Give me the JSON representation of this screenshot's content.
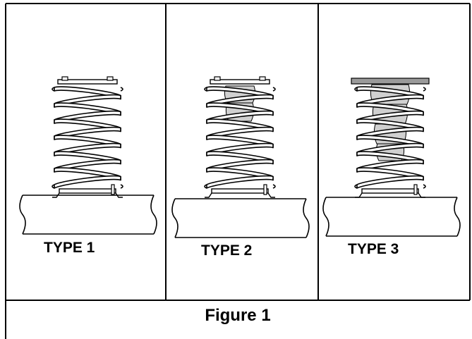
{
  "panels": [
    {
      "label": "TYPE 1",
      "bumper": "none",
      "top_plate": "outline"
    },
    {
      "label": "TYPE 2",
      "bumper": "partial",
      "top_plate": "outline"
    },
    {
      "label": "TYPE 3",
      "bumper": "full",
      "top_plate": "solid"
    }
  ],
  "caption": "Figure 1",
  "colors": {
    "line": "#000000",
    "bumper_fill": "#d0d0d0",
    "top_plate_fill": "#9a9a9a",
    "background": "#ffffff"
  }
}
